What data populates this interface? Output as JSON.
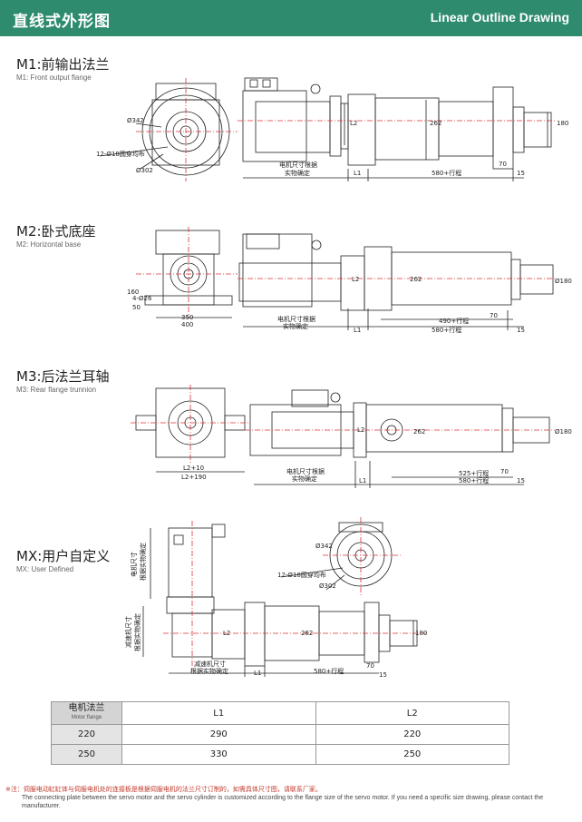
{
  "header": {
    "title_zh": "直线式外形图",
    "title_en": "Linear Outline Drawing"
  },
  "sections": [
    {
      "title": "M1:前输出法兰",
      "subtitle": "M1: Front output flange"
    },
    {
      "title": "M2:卧式底座",
      "subtitle": "M2: Horizontal base"
    },
    {
      "title": "M3:后法兰耳轴",
      "subtitle": "M3: Rear flange trunnion"
    },
    {
      "title": "MX:用户自定义",
      "subtitle": "MX: User Defined"
    }
  ],
  "m1": {
    "d342": "Ø342",
    "holes": "12-Ø18圆穿均布",
    "d302": "Ø302",
    "motor1": "电机尺寸根据",
    "motor2": "实物确定",
    "l1": "L1",
    "l2": "L2",
    "stroke": "580+行程",
    "d262": "262",
    "d180": "180",
    "d70": "70",
    "d15": "15"
  },
  "m2": {
    "d160": "160",
    "holes": "4-Ø26",
    "d50": "50",
    "w350": "350",
    "w400": "400",
    "motor1": "电机尺寸根据",
    "motor2": "实物确定",
    "l1": "L1",
    "l2": "L2",
    "stroke1": "490+行程",
    "stroke2": "580+行程",
    "d262": "262",
    "d180": "Ø180",
    "d70": "70",
    "d15": "15"
  },
  "m3": {
    "l2a": "L2+10",
    "l2b": "L2+190",
    "motor1": "电机尺寸根据",
    "motor2": "实物确定",
    "l1": "L1",
    "l2": "L2",
    "stroke1": "525+行程",
    "stroke2": "580+行程",
    "d262": "262",
    "d180": "Ø180",
    "d70": "70",
    "d15": "15"
  },
  "mx": {
    "motor_v1": "电机尺寸",
    "motor_v2": "根据实物确定",
    "red_v1": "减速机尺寸",
    "red_v2": "根据实物确定",
    "d342": "Ø342",
    "holes": "12-Ø18圆穿均布",
    "d302": "Ø302",
    "red1": "减速机尺寸",
    "red2": "根据实物确定",
    "l1": "L1",
    "l2": "L2",
    "stroke": "580+行程",
    "d262": "262",
    "d180": "180",
    "d70": "70",
    "d15": "15"
  },
  "table": {
    "hdr_zh": "电机法兰",
    "hdr_en": "Motor flange",
    "cols": [
      "L1",
      "L2"
    ],
    "rows": [
      [
        "220",
        "290",
        "220"
      ],
      [
        "250",
        "330",
        "250"
      ]
    ]
  },
  "footnote": {
    "zh": "※注：伺服电动缸缸体与伺服电机处的连接板是根据伺服电机的法兰尺寸订制的，如需具体尺寸图，请联系厂家。",
    "en": "The connecting plate between the servo motor and the servo cylinder is customized according to the flange size of the servo motor. If you need a specific size drawing, please contact the manufacturer."
  }
}
